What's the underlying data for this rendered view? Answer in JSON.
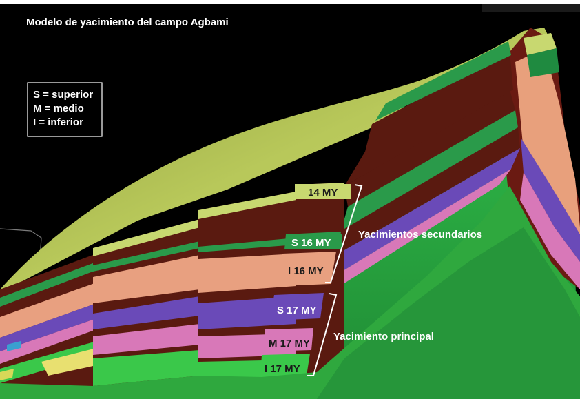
{
  "title": "Modelo de yacimiento del campo Agbami",
  "legend": {
    "line_s": "S = superior",
    "line_m": "M = medio",
    "line_i": "I = inferior"
  },
  "layer_labels": {
    "my14": "14 MY",
    "s16": "S 16 MY",
    "i16": "I 16 MY",
    "s17": "S 17 MY",
    "m17": "M 17 MY",
    "i17": "I 17 MY"
  },
  "brackets": {
    "secondary": "Yacimientos secundarios",
    "principal": "Yacimiento principal"
  },
  "colors": {
    "background": "#000000",
    "yellow_green": "#b8c85a",
    "brown": "#5a1a10",
    "salmon": "#e8a080",
    "purple": "#6a4ab8",
    "pink": "#d878b8",
    "green": "#2a9a4a",
    "bright_green": "#3ac84a",
    "label_text": "#ffffff"
  }
}
